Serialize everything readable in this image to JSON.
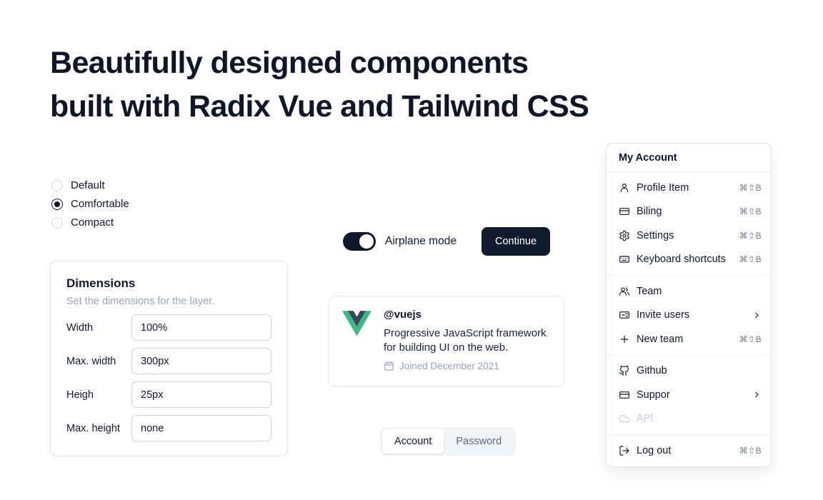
{
  "heading": {
    "line1": "Beautifully designed components",
    "line2": "built with Radix Vue and Tailwind CSS"
  },
  "radios": {
    "options": [
      {
        "label": "Default",
        "selected": false
      },
      {
        "label": "Comfortable",
        "selected": true
      },
      {
        "label": "Compact",
        "selected": false
      }
    ]
  },
  "dims": {
    "title": "Dimensions",
    "subtitle": "Set the dimensions for the layer.",
    "fields": [
      {
        "label": "Width",
        "value": "100%"
      },
      {
        "label": "Max. width",
        "value": "300px"
      },
      {
        "label": "Heigh",
        "value": "25px"
      },
      {
        "label": "Max. height",
        "value": "none"
      }
    ]
  },
  "airplane": {
    "label": "Airplane mode",
    "on": true
  },
  "continue_button": {
    "label": "Continue"
  },
  "vue_card": {
    "handle": "@vuejs",
    "description": "Progressive JavaScript framework for building UI on the web.",
    "joined": "Joined December 2021"
  },
  "tabs": {
    "items": [
      {
        "label": "Account",
        "active": true
      },
      {
        "label": "Password",
        "active": false
      }
    ]
  },
  "menu": {
    "title": "My Account",
    "groups": [
      {
        "items": [
          {
            "label": "Profile Item",
            "icon": "user-icon",
            "shortcut": "⌘⇧B"
          },
          {
            "label": "Biling",
            "icon": "credit-card-icon",
            "shortcut": "⌘⇧B"
          },
          {
            "label": "Settings",
            "icon": "gear-icon",
            "shortcut": "⌘⇧B"
          },
          {
            "label": "Keyboard shortcuts",
            "icon": "keyboard-icon",
            "shortcut": "⌘⇧B"
          }
        ]
      },
      {
        "items": [
          {
            "label": "Team",
            "icon": "users-icon"
          },
          {
            "label": "Invite users",
            "icon": "user-plus-icon",
            "submenu": true
          },
          {
            "label": "New team",
            "icon": "plus-icon",
            "shortcut": "⌘⇧B"
          }
        ]
      },
      {
        "items": [
          {
            "label": "Github",
            "icon": "github-icon"
          },
          {
            "label": "Suppor",
            "icon": "lifebuoy-icon",
            "submenu": true
          },
          {
            "label": "API",
            "icon": "cloud-icon",
            "disabled": true
          }
        ]
      },
      {
        "items": [
          {
            "label": "Log out",
            "icon": "log-out-icon",
            "shortcut": "⌘⇧B"
          }
        ]
      }
    ],
    "colors": {
      "accent": "#0f172a",
      "border": "#e2e8f0",
      "muted": "#94a3b8"
    }
  }
}
